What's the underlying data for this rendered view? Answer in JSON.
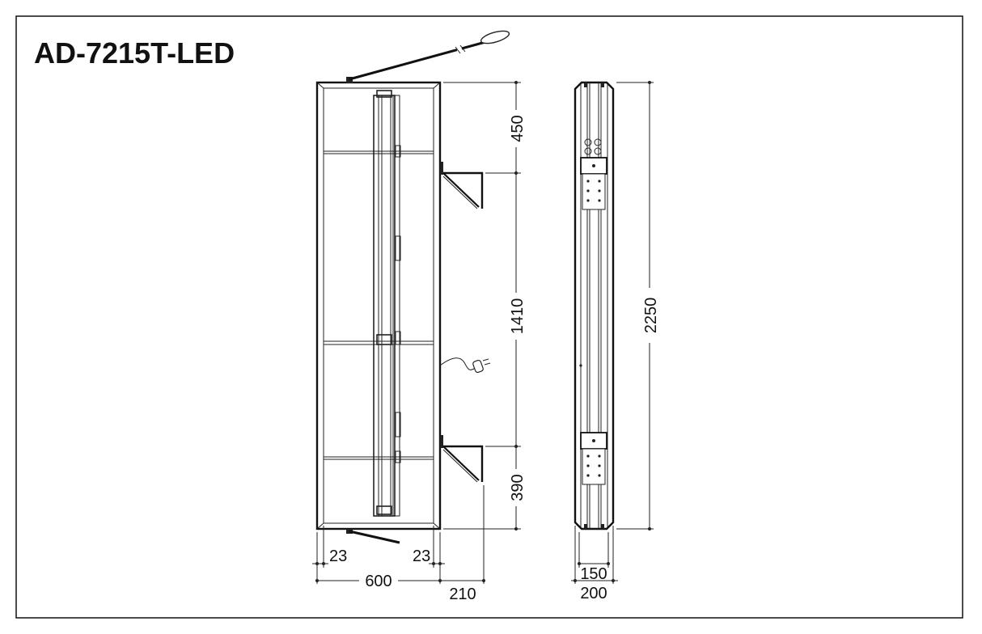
{
  "title": "AD-7215T-LED",
  "dimensions": {
    "top_section": "450",
    "middle_section": "1410",
    "bottom_section": "390",
    "total_height": "2250",
    "frame_left": "23",
    "frame_right": "23",
    "width": "600",
    "bracket_depth": "210",
    "inner_depth": "150",
    "total_depth": "200"
  }
}
